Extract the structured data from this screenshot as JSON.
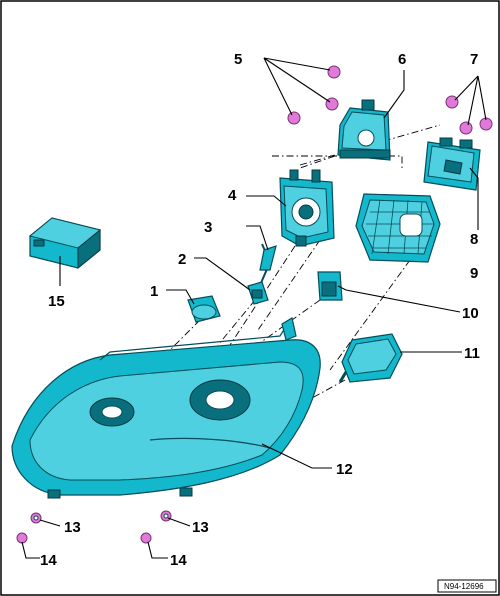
{
  "callouts": {
    "c1": "1",
    "c2": "2",
    "c3": "3",
    "c4": "4",
    "c5": "5",
    "c6": "6",
    "c7": "7",
    "c8": "8",
    "c9": "9",
    "c10": "10",
    "c11": "11",
    "c12": "12",
    "c13a": "13",
    "c13b": "13",
    "c14a": "14",
    "c14b": "14",
    "c15": "15"
  },
  "reference_code": "N94-12696",
  "colors": {
    "part": "#13b8cc",
    "screw": "#e07ad8",
    "border": "#000000"
  }
}
